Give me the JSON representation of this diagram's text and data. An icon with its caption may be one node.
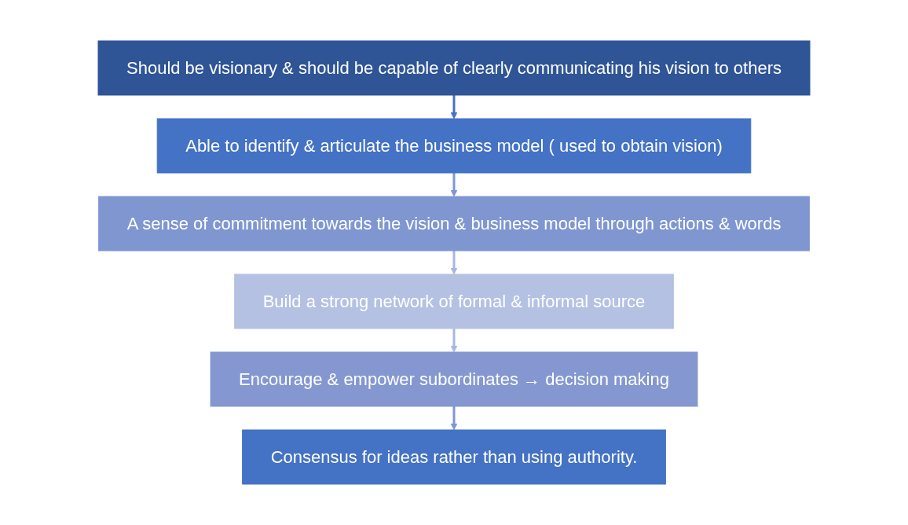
{
  "diagram": {
    "nodes": [
      {
        "text": [
          "Should be visionary & should be capable of clearly communicating his vision to others"
        ]
      },
      {
        "text": [
          "Able to identify & articulate the business model ( used to obtain vision)"
        ]
      },
      {
        "text": [
          "A sense of commitment towards the vision & business model through actions & words"
        ]
      },
      {
        "text": [
          "Build a strong network of formal & informal source"
        ]
      },
      {
        "text": [
          "Encourage & empower subordinates → decision making"
        ]
      },
      {
        "text": [
          "Consensus for ideas rather than using authority."
        ]
      }
    ],
    "edges": [
      {
        "from": 0,
        "to": 1,
        "arrow": "to",
        "color": "#4472c4"
      },
      {
        "from": 1,
        "to": 2,
        "arrow": "to",
        "color": "#7f96d1"
      },
      {
        "from": 2,
        "to": 3,
        "arrow": "to",
        "color": "#a9b7df"
      },
      {
        "from": 3,
        "to": 4,
        "arrow": "to",
        "color": "#a9b7df"
      },
      {
        "from": 4,
        "to": 5,
        "arrow": "to",
        "color": "#7f96d1"
      }
    ]
  }
}
